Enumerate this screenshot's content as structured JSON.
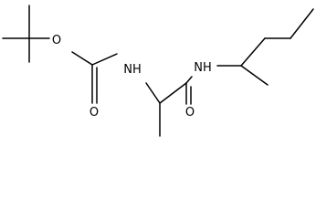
{
  "molecule": {
    "atoms": [
      {
        "id": "o_ether",
        "label": "O"
      },
      {
        "id": "o_carbonyl_carbamate",
        "label": "O"
      },
      {
        "id": "nh_carbamate",
        "label": "NH"
      },
      {
        "id": "o_carbonyl_amide",
        "label": "O"
      },
      {
        "id": "nh_amide",
        "label": "NH"
      }
    ]
  }
}
